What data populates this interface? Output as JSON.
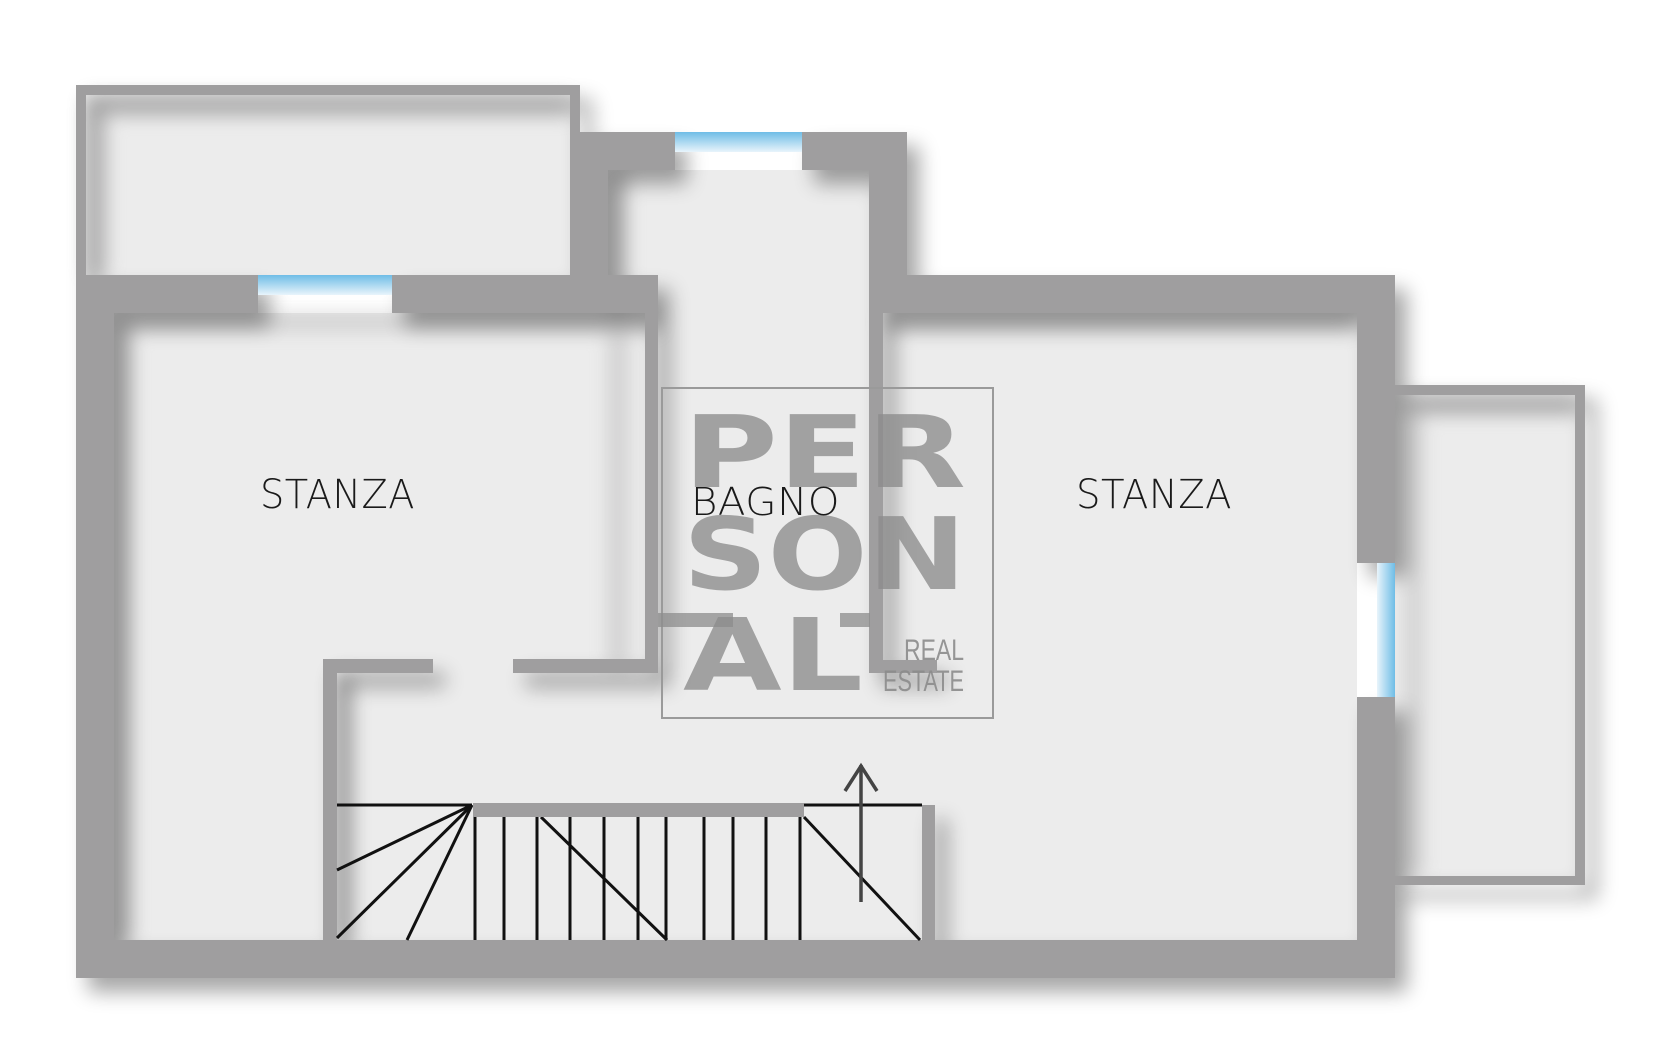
{
  "floor_plan": {
    "colors": {
      "background": "#ffffff",
      "floor": "#ececec",
      "wall": "#9f9e9f",
      "window": "#7cc4e8",
      "stair_line": "#111111",
      "label": "#1a1a1a",
      "watermark": "#8c8c8c"
    },
    "rooms": [
      {
        "id": "stanza-left",
        "label": "STANZA"
      },
      {
        "id": "bagno",
        "label": "BAGNO"
      },
      {
        "id": "stanza-right",
        "label": "STANZA"
      }
    ],
    "balconies": [
      {
        "id": "balcony-top-left"
      },
      {
        "id": "balcony-right"
      }
    ],
    "windows": [
      {
        "id": "window-stanza-left"
      },
      {
        "id": "window-bagno"
      },
      {
        "id": "window-stanza-right"
      }
    ],
    "stairs": {
      "direction": "up",
      "icon": "arrow-up-icon"
    },
    "watermark": {
      "line1": "PER",
      "line2": "SON",
      "line3": "AL",
      "tag_line1": "REAL",
      "tag_line2": "ESTATE"
    }
  }
}
